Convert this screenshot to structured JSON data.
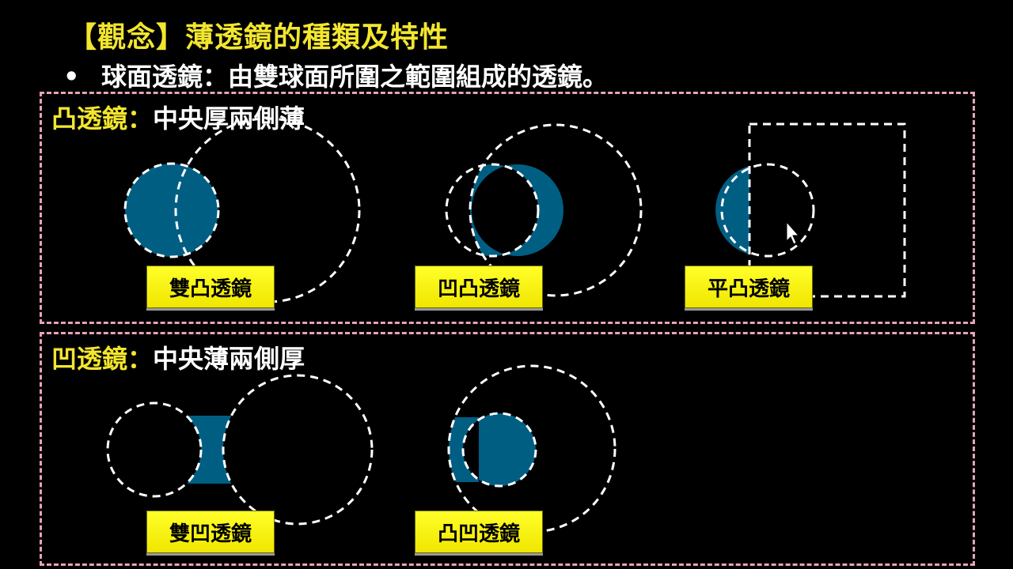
{
  "title": "【觀念】薄透鏡的種類及特性",
  "bullet": {
    "symbol": "•",
    "text": "球面透鏡：由雙球面所圍之範圍組成的透鏡。"
  },
  "convex": {
    "keyword": "凸透鏡",
    "colon": "：",
    "description": "中央厚兩側薄",
    "labels": [
      "雙凸透鏡",
      "凹凸透鏡",
      "平凸透鏡"
    ]
  },
  "concave": {
    "keyword": "凹透鏡",
    "colon": "：",
    "description": "中央薄兩側厚",
    "labels": [
      "雙凹透鏡",
      "凸凹透鏡"
    ]
  },
  "colors": {
    "accent": "#f2e62f",
    "lens_fill": "#005e83",
    "section_border": "#e7a3b7",
    "label_bg": "#ffff2a"
  },
  "icons": [
    "mouse-pointer-icon"
  ]
}
